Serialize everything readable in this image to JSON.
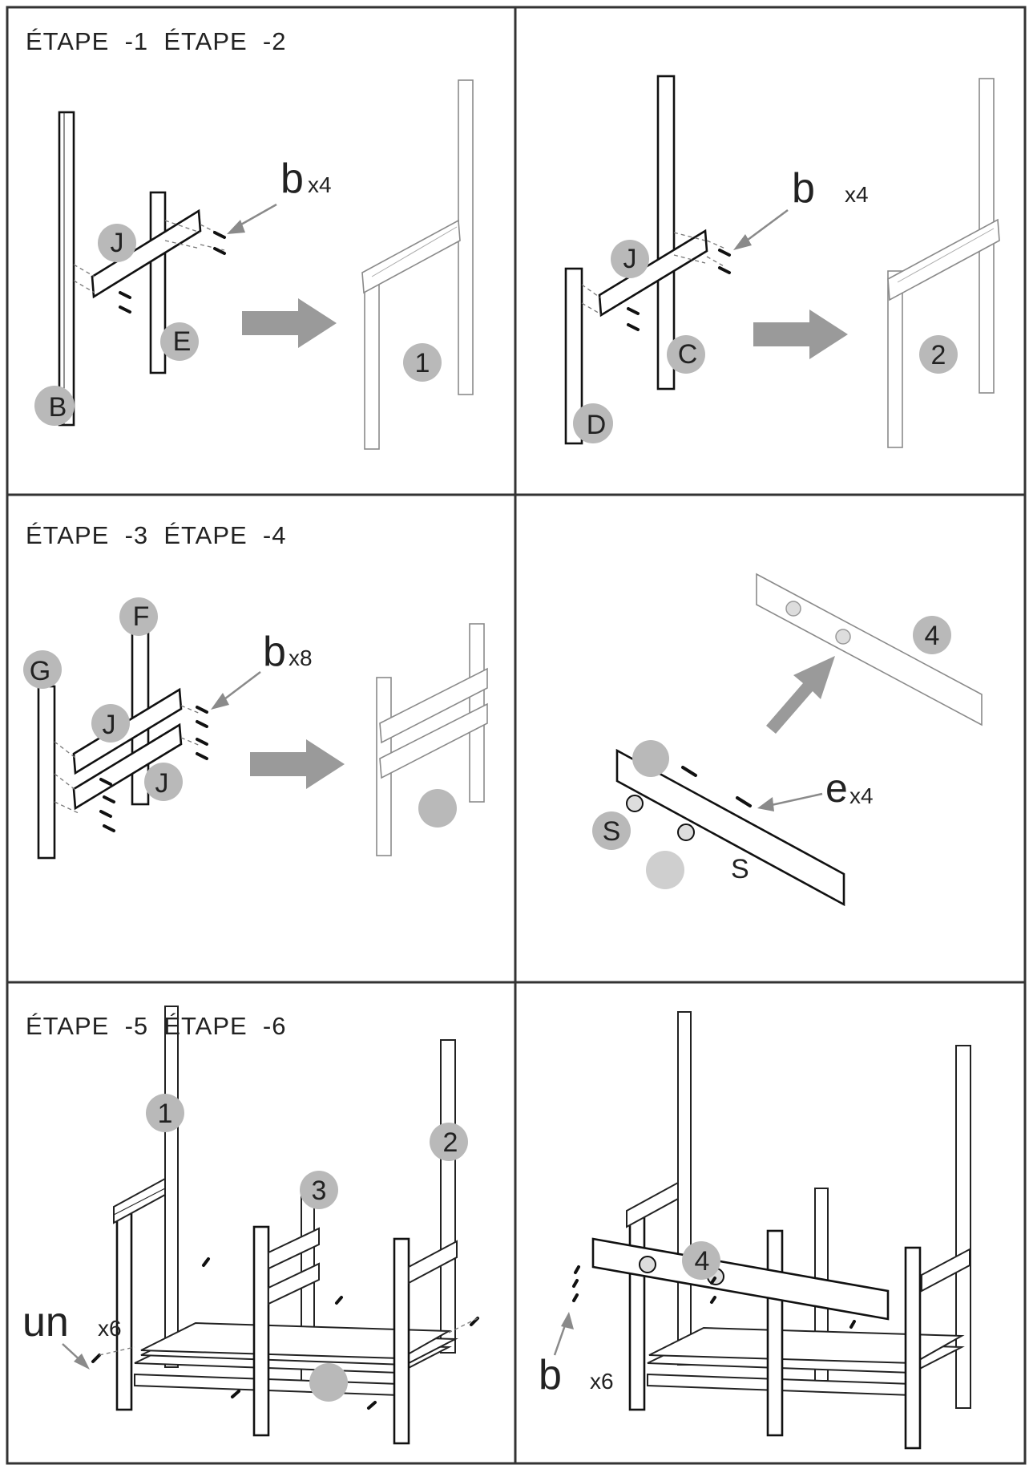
{
  "steps": {
    "row1_title": "ÉTAPE  -1  ÉTAPE  -2",
    "row2_title": "ÉTAPE  -3  ÉTAPE  -4",
    "row3_title": "ÉTAPE  -5  ÉTAPE  -6"
  },
  "part_labels": {
    "B": "B",
    "E": "E",
    "J": "J",
    "C": "C",
    "D": "D",
    "F": "F",
    "G": "G",
    "S": "S"
  },
  "assembly_numbers": {
    "one": "1",
    "two": "2",
    "three": "3",
    "four": "4"
  },
  "hardware": {
    "b_letter": "b",
    "e_letter": "e",
    "un_letter": "un",
    "x4": "x4",
    "x6": "x6",
    "x8": "x8"
  }
}
